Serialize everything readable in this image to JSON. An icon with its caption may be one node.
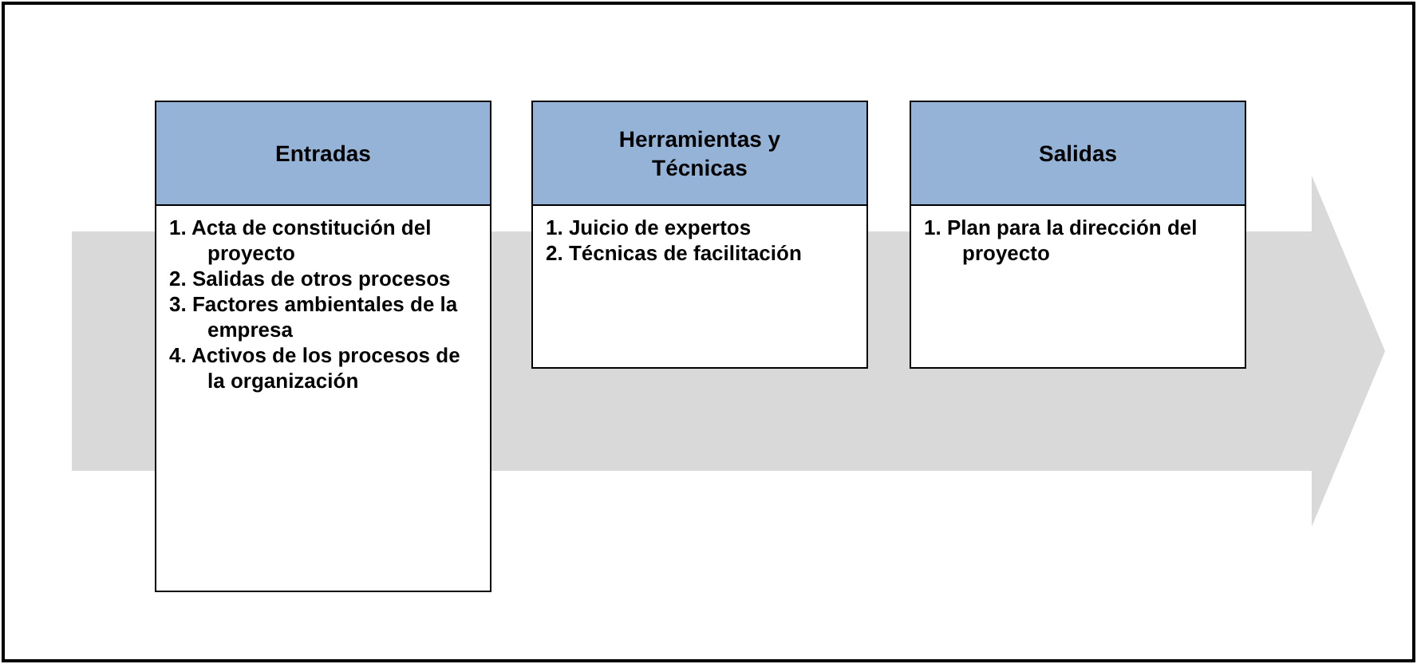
{
  "diagram": {
    "nodes": [
      {
        "text": [
          "Entradas",
          "1. Acta de constitución del proyecto",
          "2. Salidas de otros procesos",
          "3. Factores ambientales de la empresa",
          "4. Activos de los procesos de la organización"
        ]
      },
      {
        "text": [
          "Herramientas y Técnicas",
          "1. Juicio de expertos",
          "2. Técnicas de facilitación"
        ]
      },
      {
        "text": [
          "Salidas",
          "1. Plan para la dirección del proyecto"
        ]
      }
    ]
  }
}
